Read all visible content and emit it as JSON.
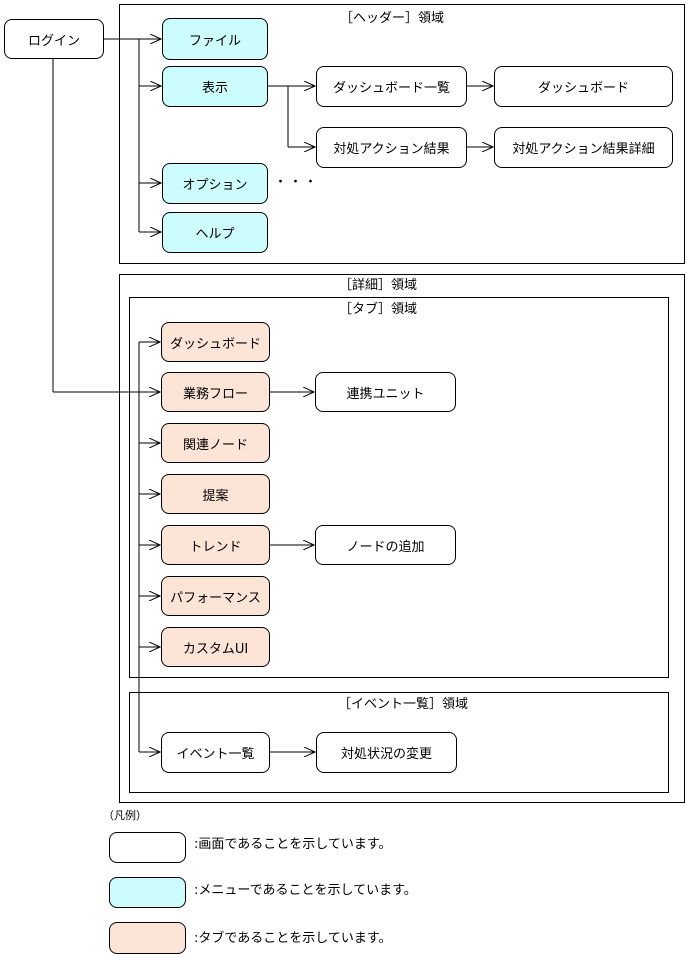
{
  "colors": {
    "screen": "#ffffff",
    "menu": "#ccfcfc",
    "tab": "#fce4d6",
    "line": "#000000"
  },
  "regions": {
    "header": "［ヘッダー］領域",
    "detail": "［詳細］領域",
    "tab": "［タブ］領域",
    "event": "［イベント一覧］領域"
  },
  "nodes": {
    "login": "ログイン",
    "file": "ファイル",
    "view": "表示",
    "option": "オプション",
    "help": "ヘルプ",
    "dashboard_list": "ダッシュボード一覧",
    "dashboard": "ダッシュボード",
    "action_result": "対処アクション結果",
    "action_result_detail": "対処アクション結果詳細",
    "tab_dashboard": "ダッシュボード",
    "tab_workflow": "業務フロー",
    "tab_related_node": "関連ノード",
    "tab_proposal": "提案",
    "tab_trend": "トレンド",
    "tab_performance": "パフォーマンス",
    "tab_custom_ui": "カスタムUI",
    "link_unit": "連携ユニット",
    "add_node": "ノードの追加",
    "event_list": "イベント一覧",
    "change_status": "対処状況の変更"
  },
  "ellipsis": "・・・",
  "legend": {
    "title": "（凡例）",
    "screen": ":画面であることを示しています。",
    "menu": ":メニューであることを示しています。",
    "tab": ":タブであることを示しています。"
  }
}
